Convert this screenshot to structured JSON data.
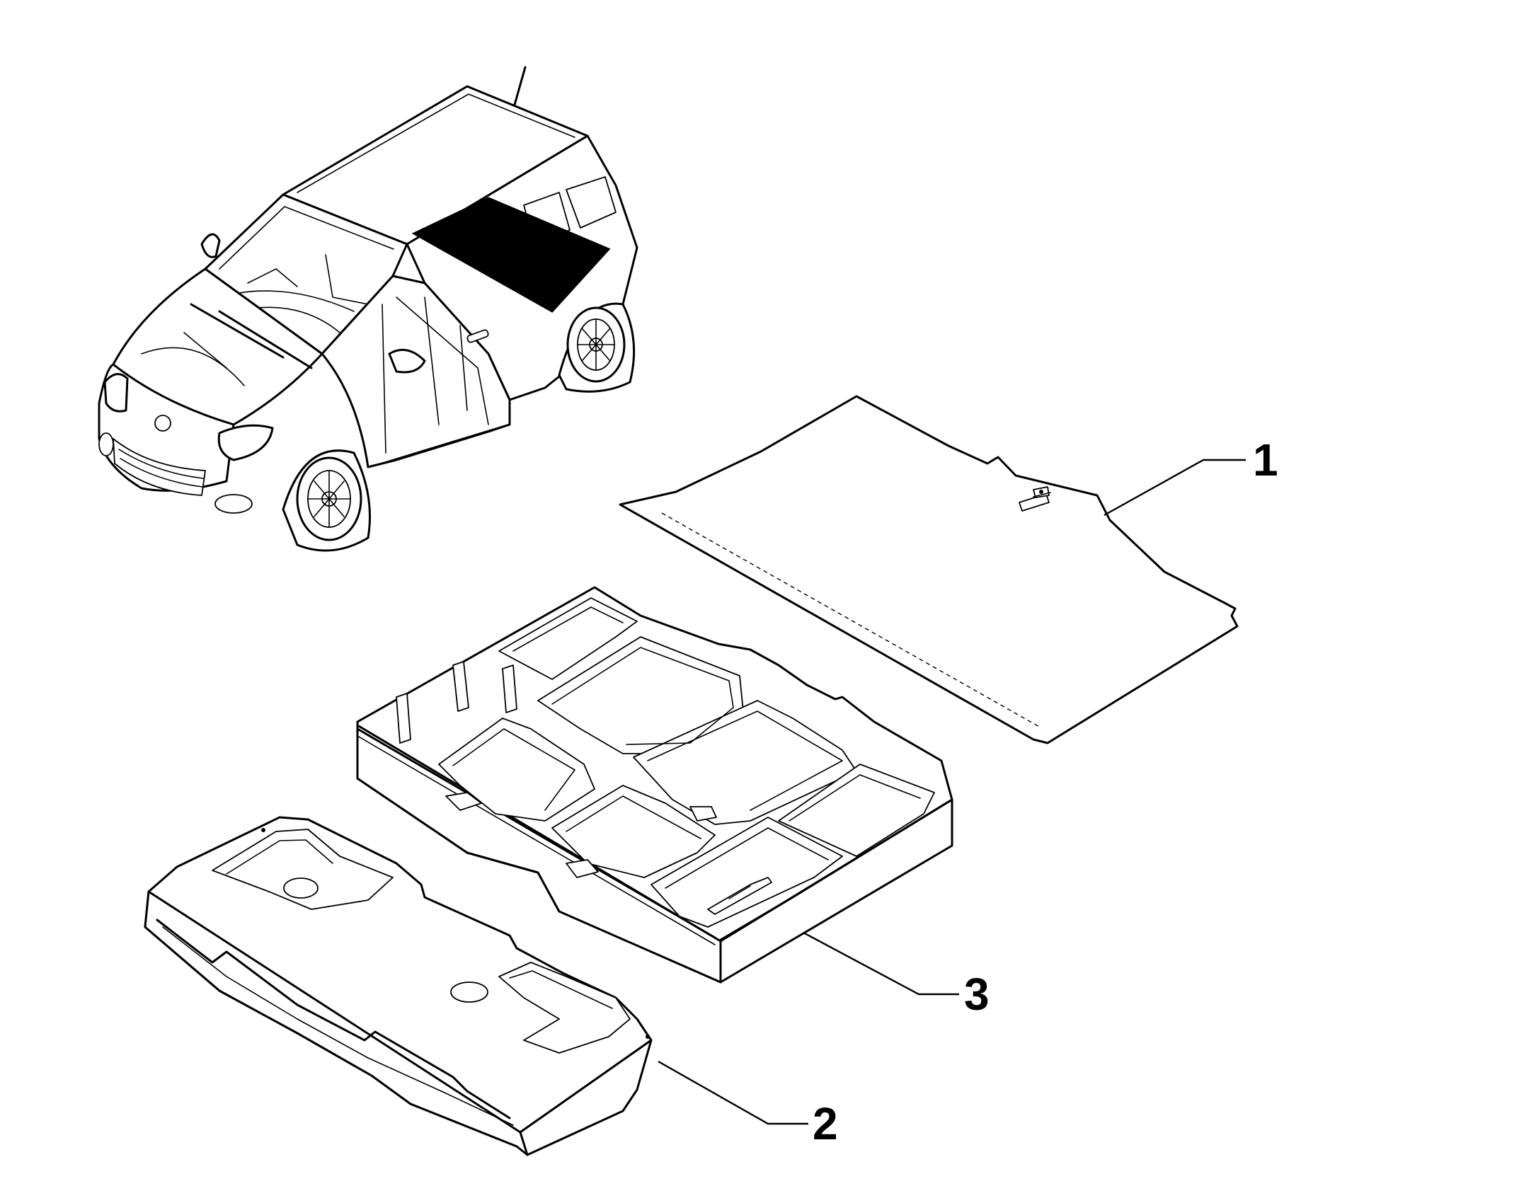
{
  "callouts": [
    {
      "number": "1",
      "part": "parcel-shelf"
    },
    {
      "number": "2",
      "part": "lower-floor-tray"
    },
    {
      "number": "3",
      "part": "storage-organizer-tray"
    }
  ],
  "colors": {
    "line": "#000000",
    "background": "#ffffff",
    "highlight": "#000000"
  }
}
